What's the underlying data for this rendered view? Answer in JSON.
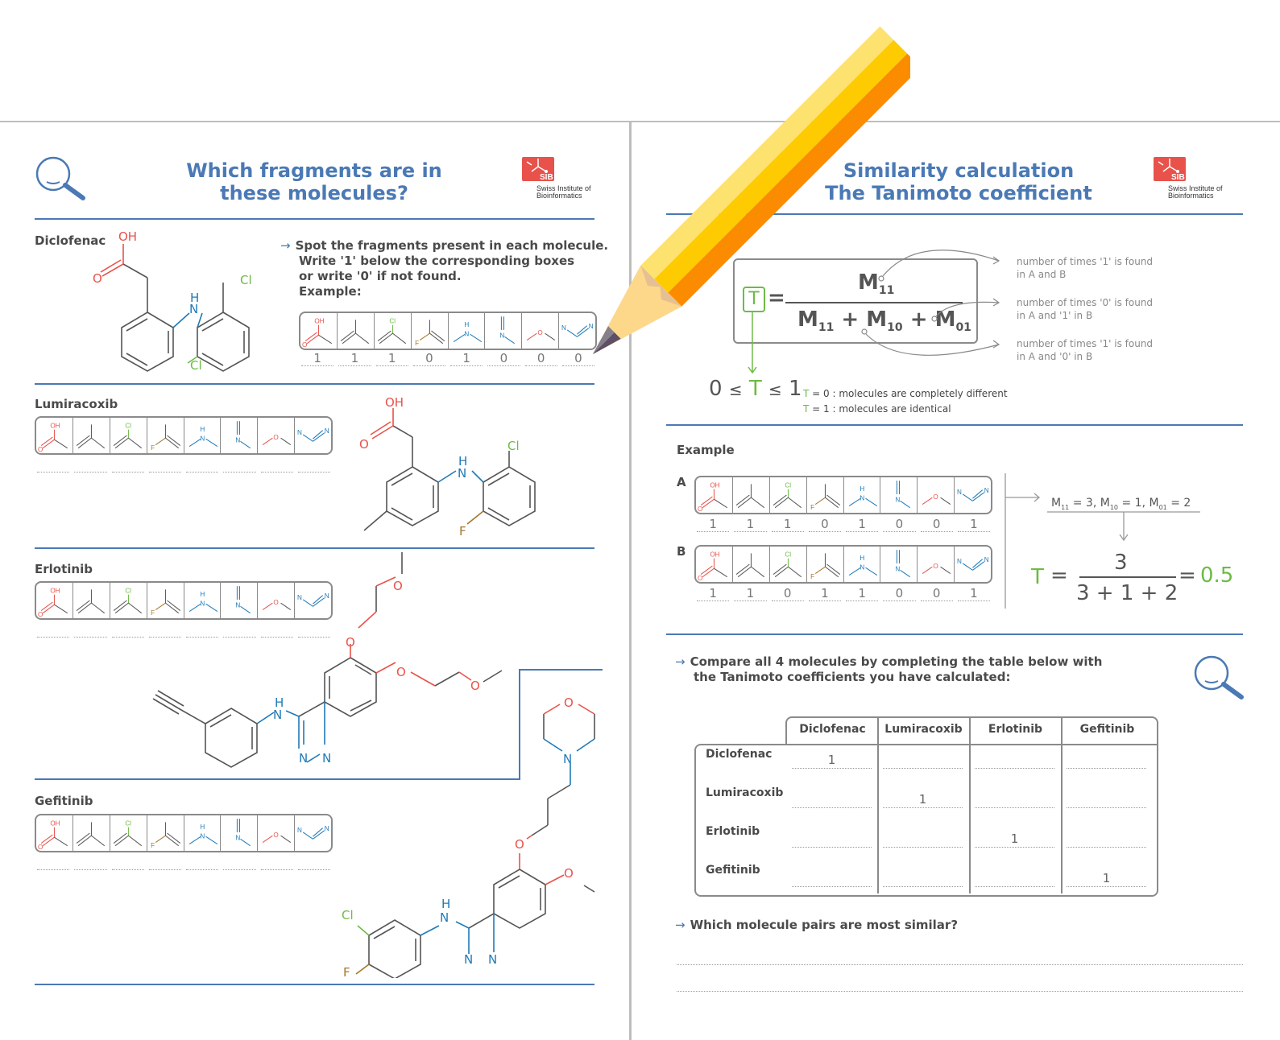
{
  "left_page": {
    "title_line1": "Which fragments are in",
    "title_line2": "these molecules?",
    "logo": {
      "abbr": "SIB",
      "line1": "Swiss Institute of",
      "line2": "Bioinformatics"
    },
    "instructions": {
      "line1": "Spot the fragments present in each molecule.",
      "line2": "Write '1' below the corresponding boxes",
      "line3": "or write '0' if not found.",
      "line4": "Example:"
    },
    "example_values": [
      "1",
      "1",
      "1",
      "0",
      "1",
      "0",
      "0",
      "0"
    ],
    "molecules": [
      {
        "name": "Diclofenac"
      },
      {
        "name": "Lumiracoxib"
      },
      {
        "name": "Erlotinib"
      },
      {
        "name": "Gefitinib"
      }
    ],
    "atom_labels": {
      "OH": "OH",
      "O": "O",
      "N": "N",
      "H": "H",
      "Cl": "Cl",
      "F": "F"
    }
  },
  "fragments": [
    {
      "name": "carboxylic-acid",
      "labels": [
        "OH",
        "O"
      ]
    },
    {
      "name": "isobutene",
      "labels": []
    },
    {
      "name": "chloro-alkene",
      "labels": [
        "Cl"
      ]
    },
    {
      "name": "fluoro-alkene",
      "labels": [
        "F"
      ]
    },
    {
      "name": "secondary-amine",
      "labels": [
        "H",
        "N"
      ]
    },
    {
      "name": "imine",
      "labels": [
        "N"
      ]
    },
    {
      "name": "ether",
      "labels": [
        "O"
      ]
    },
    {
      "name": "amidine",
      "labels": [
        "N",
        "N"
      ]
    }
  ],
  "right_page": {
    "title_line1": "Similarity calculation",
    "title_line2": "The Tanimoto coefficient",
    "logo": {
      "abbr": "SIB",
      "line1": "Swiss Institute of",
      "line2": "Bioinformatics"
    },
    "formula": {
      "T": "T",
      "eq": "=",
      "numerator": "M",
      "num_sub": "11",
      "den_m1": "M",
      "den_s1": "11",
      "plus1": "+",
      "den_m2": "M",
      "den_s2": "10",
      "plus2": "+",
      "den_m3": "M",
      "den_s3": "01"
    },
    "notes": [
      {
        "line1": "number of times '1' is found",
        "line2": "in A and B"
      },
      {
        "line1": "number of times '0' is found",
        "line2": "in A and '1' in B"
      },
      {
        "line1": "number of times '1' is found",
        "line2": "in A and '0' in B"
      }
    ],
    "range": {
      "zero": "0",
      "le1": "≤",
      "T": "T",
      "le2": "≤",
      "one": "1"
    },
    "range_notes": [
      {
        "T": "T",
        "text": " = 0 : molecules are completely different"
      },
      {
        "T": "T",
        "text": " = 1 : molecules are identical"
      }
    ],
    "example": {
      "heading": "Example",
      "A": {
        "label": "A",
        "values": [
          "1",
          "1",
          "1",
          "0",
          "1",
          "0",
          "0",
          "1"
        ]
      },
      "B": {
        "label": "B",
        "values": [
          "1",
          "1",
          "0",
          "1",
          "1",
          "0",
          "0",
          "1"
        ]
      },
      "m_summary": {
        "m11": "3",
        "m10": "1",
        "m01": "2"
      },
      "result": {
        "T": "T",
        "numerator": "3",
        "denominator": "3 + 1 + 2",
        "eq": "=",
        "value": "0.5"
      }
    },
    "compare_instr": {
      "line1": "Compare all 4 molecules by completing the table below with",
      "line2": "the Tanimoto coefficients you have calculated:"
    },
    "table": {
      "columns": [
        "Diclofenac",
        "Lumiracoxib",
        "Erlotinib",
        "Gefitinib"
      ],
      "rows": [
        {
          "label": "Diclofenac",
          "cells": [
            "1",
            "",
            "",
            ""
          ]
        },
        {
          "label": "Lumiracoxib",
          "cells": [
            "",
            "1",
            "",
            ""
          ]
        },
        {
          "label": "Erlotinib",
          "cells": [
            "",
            "",
            "1",
            ""
          ]
        },
        {
          "label": "Gefitinib",
          "cells": [
            "",
            "",
            "",
            "1"
          ]
        }
      ]
    },
    "question": "Which molecule pairs are most similar?"
  },
  "colors": {
    "accent": "#4a79b5",
    "oxygen": "#e8524a",
    "nitrogen": "#1f7ab8",
    "chlorine": "#6dbb45",
    "fluorine": "#a5762a",
    "green": "#6dbb45",
    "pencil_light": "#fde26f",
    "pencil_mid": "#fdcb00",
    "pencil_dark": "#fb8c00"
  }
}
